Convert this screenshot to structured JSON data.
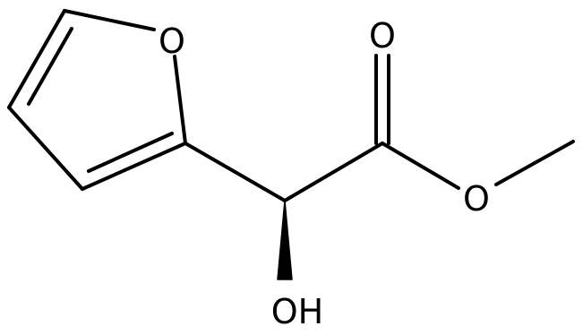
{
  "molecule": {
    "atoms": {
      "ring_oxygen": "O",
      "carbonyl_oxygen": "O",
      "ester_oxygen": "O",
      "hydroxyl": "OH"
    },
    "colors": {
      "bond": "#000000",
      "label": "#000000",
      "background": "#ffffff"
    }
  }
}
